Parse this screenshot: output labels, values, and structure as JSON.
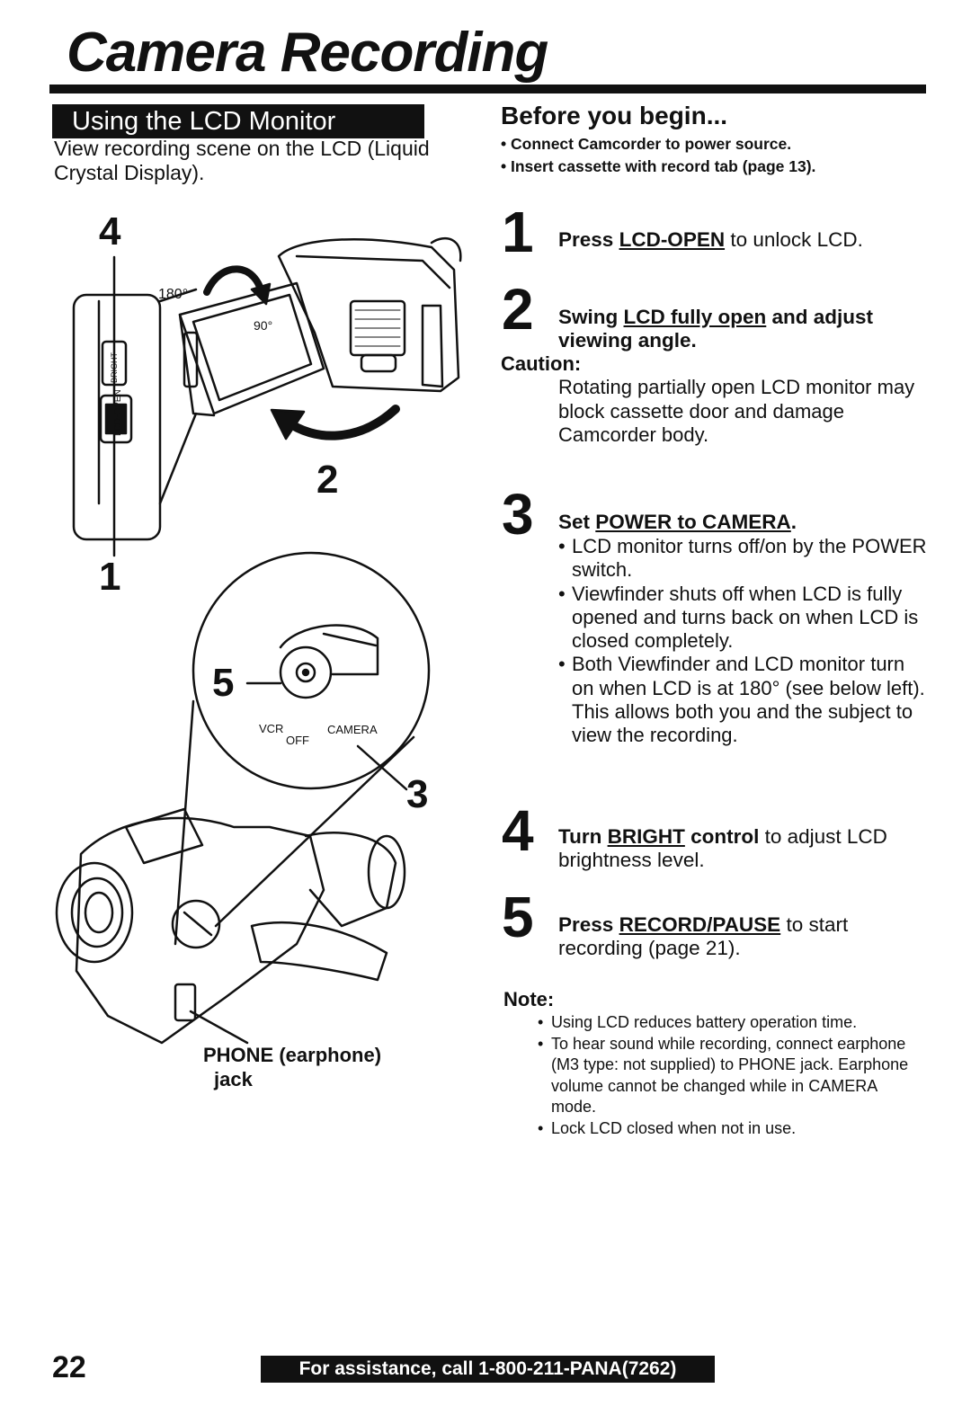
{
  "page": {
    "title": "Camera Recording",
    "page_number": "22",
    "footer": "For assistance, call 1-800-211-PANA(7262)"
  },
  "section": {
    "banner": "Using the LCD Monitor",
    "intro": "View recording scene on the LCD (Liquid Crystal Display)."
  },
  "before": {
    "title": "Before you begin...",
    "items": [
      "• Connect Camcorder to power source.",
      "• Insert cassette with record tab (page 13)."
    ]
  },
  "steps": [
    {
      "num": "1",
      "verb": "Press",
      "key": "LCD-OPEN",
      "rest": " to unlock LCD."
    },
    {
      "num": "2",
      "verb": "Swing",
      "key": "LCD fully open",
      "rest": " and adjust viewing angle."
    },
    {
      "num": "3",
      "verb": "Set",
      "key": "POWER to CAMERA",
      "rest": "."
    },
    {
      "num": "4",
      "verb": "Turn",
      "key": "BRIGHT",
      "bold_rest": " control",
      "rest": " to adjust LCD brightness level."
    },
    {
      "num": "5",
      "verb": "Press",
      "key": "RECORD/PAUSE",
      "rest": " to start recording (page 21)."
    }
  ],
  "caution": {
    "label": "Caution:",
    "text": "Rotating partially open LCD monitor may block cassette door and damage Camcorder body."
  },
  "step3_bullets": [
    "LCD monitor turns off/on by the POWER switch.",
    "Viewfinder shuts off when LCD is fully opened and turns back on when LCD is closed completely.",
    "Both Viewfinder and LCD monitor turn on when LCD is at 180° (see below left)."
  ],
  "step3_extra": "This allows both you and the subject to view the recording.",
  "note": {
    "label": "Note:",
    "items": [
      "Using LCD reduces battery operation time.",
      "To hear sound while recording, connect earphone (M3 type: not supplied) to PHONE jack. Earphone volume cannot be changed while in CAMERA mode.",
      "Lock LCD closed when not in use."
    ]
  },
  "illustration": {
    "callouts": [
      "4",
      "1",
      "2",
      "5",
      "3"
    ],
    "angle_180": "180°",
    "angle_90": "90°",
    "switch_labels": {
      "vcr": "VCR",
      "off": "OFF",
      "camera": "CAMERA"
    },
    "side_label_1": "LCD-OPEN",
    "side_label_2": "BRIGHT",
    "phone_label_line1": "PHONE (earphone)",
    "phone_label_line2": "jack"
  }
}
